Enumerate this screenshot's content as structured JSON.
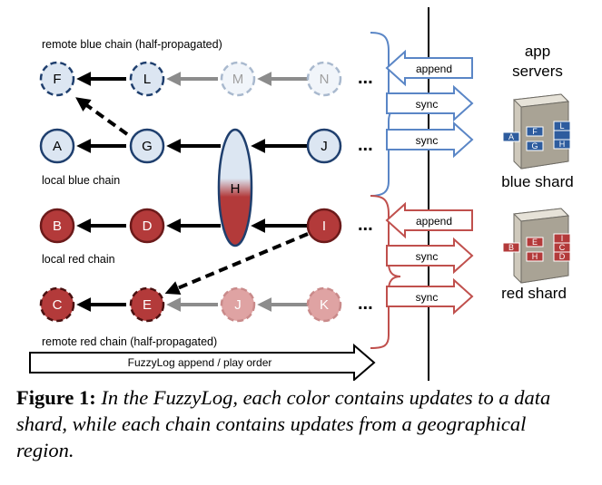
{
  "diagram": {
    "chain_labels": {
      "remote_blue": "remote blue chain (half-propagated)",
      "local_blue": "local blue chain",
      "local_red": "local red chain",
      "remote_red": "remote red chain (half-propagated)"
    },
    "nodes": {
      "F": "F",
      "L": "L",
      "M": "M",
      "N": "N",
      "A": "A",
      "G": "G",
      "J": "J",
      "H": "H",
      "B": "B",
      "D": "D",
      "I": "I",
      "C": "C",
      "E": "E",
      "J2": "J",
      "K": "K"
    },
    "ellipsis": "...",
    "ops": {
      "blue_append": "append",
      "blue_sync_1": "sync",
      "blue_sync_2": "sync",
      "red_append": "append",
      "red_sync_1": "sync",
      "red_sync_2": "sync"
    },
    "order_arrow": "FuzzyLog append / play order",
    "app_servers": [
      "app",
      "servers"
    ],
    "blue_shard": "blue shard",
    "red_shard": "red shard",
    "blue_server_nodes": [
      "A",
      "F",
      "L",
      "G",
      "H"
    ],
    "red_server_nodes": [
      "B",
      "E",
      "I",
      "C",
      "H",
      "D"
    ]
  },
  "caption": {
    "label": "Figure 1:",
    "text": "In the FuzzyLog, each color contains updates to a data shard, while each chain contains updates from a geographical region."
  },
  "colors": {
    "blue_stroke": "#1F3F6E",
    "blue_fill": "#DCE6F2",
    "blue_append": "#5A86C6",
    "red_fill": "#B33A3A",
    "red_stroke": "#6B1A1A",
    "red_faded": "#DFA3A3",
    "red_append": "#C0504D"
  }
}
